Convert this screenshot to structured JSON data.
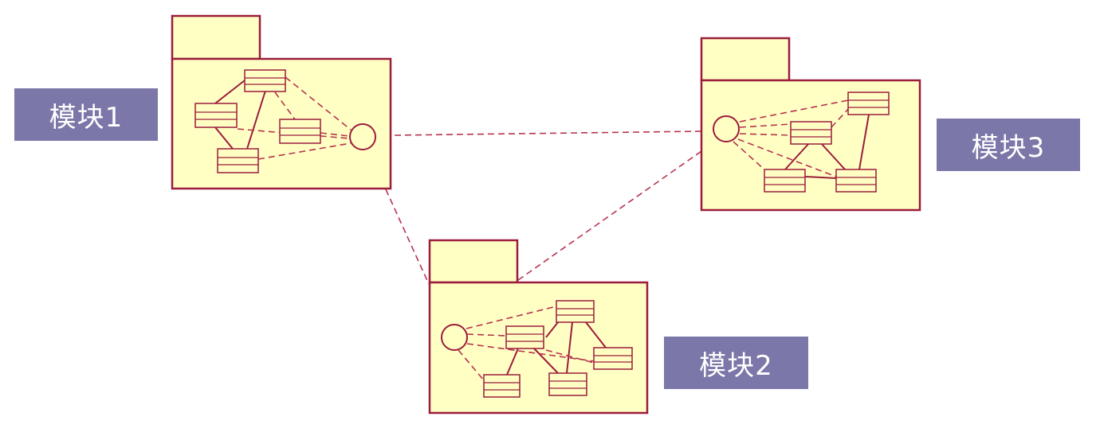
{
  "modules": [
    {
      "id": "m1",
      "label": "模块1"
    },
    {
      "id": "m2",
      "label": "模块2"
    },
    {
      "id": "m3",
      "label": "模块3"
    }
  ],
  "connections": [
    {
      "from": "m1",
      "to": "m3",
      "style": "dashed"
    },
    {
      "from": "m1",
      "to": "m2",
      "style": "dashed"
    },
    {
      "from": "m2",
      "to": "m3",
      "style": "dashed"
    }
  ],
  "colors": {
    "package_fill": "#ffffc4",
    "stroke": "#9b1c3c",
    "label_bg": "#7b77a8",
    "label_text": "#ffffff"
  }
}
